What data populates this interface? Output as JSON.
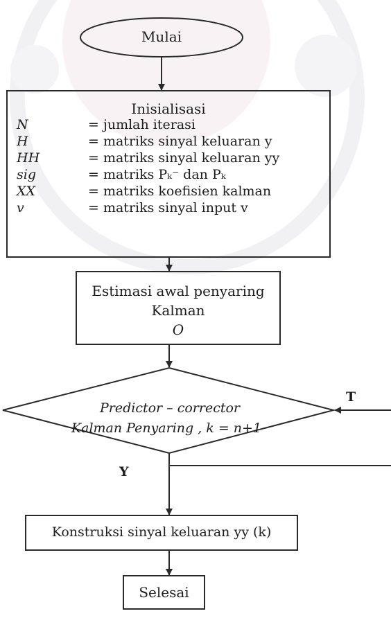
{
  "start": {
    "label": "Mulai"
  },
  "init": {
    "title": "Inisialisasi",
    "rows": [
      {
        "var": "N",
        "desc": "= jumlah iterasi"
      },
      {
        "var": "H",
        "desc": "= matriks sinyal keluaran y"
      },
      {
        "var": "HH",
        "desc": "= matriks sinyal keluaran yy"
      },
      {
        "var": "sig",
        "desc": "= matriks Pₖ⁻ dan Pₖ"
      },
      {
        "var": "XX",
        "desc": "= matriks koefisien kalman"
      },
      {
        "var": "v",
        "desc": "= matriks sinyal input v"
      }
    ]
  },
  "estimate": {
    "line1": "Estimasi awal penyaring",
    "line2": "Kalman",
    "line3": "O"
  },
  "decision": {
    "line1": "Predictor – corrector",
    "line2": "Kalman Penyaring , k = n+1",
    "yes": "Y",
    "no": "T"
  },
  "construct": {
    "label": "Konstruksi sinyal keluaran yy (k)"
  },
  "end": {
    "label": "Selesai"
  },
  "colors": {
    "stroke": "#2a2a2a",
    "text": "#1d1d1d",
    "watermark": "#e6e6ea"
  }
}
